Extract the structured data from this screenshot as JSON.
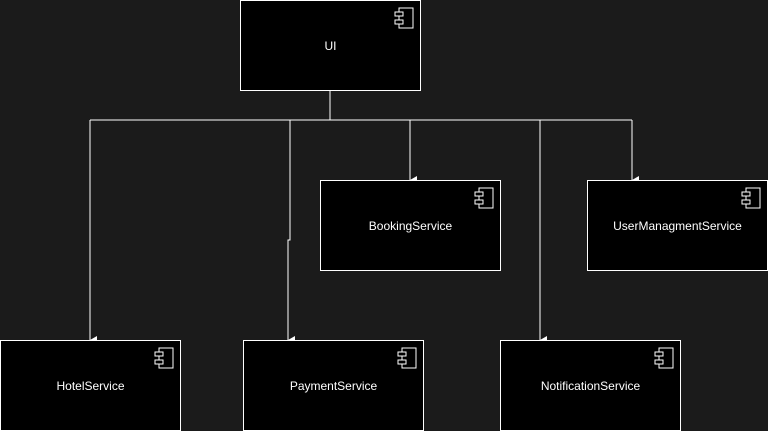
{
  "diagram": {
    "background": "#1b1b1b",
    "node_fill": "#000000",
    "stroke_color": "#ffffff",
    "text_color": "#ffffff",
    "nodes": {
      "ui": {
        "label": "UI",
        "icon": "component-icon"
      },
      "booking": {
        "label": "BookingService",
        "icon": "component-icon"
      },
      "user_management": {
        "label": "UserManagmentService",
        "icon": "component-icon"
      },
      "hotel": {
        "label": "HotelService",
        "icon": "component-icon"
      },
      "payment": {
        "label": "PaymentService",
        "icon": "component-icon"
      },
      "notification": {
        "label": "NotificationService",
        "icon": "component-icon"
      }
    },
    "edges": [
      {
        "from": "UI",
        "to": "HotelService"
      },
      {
        "from": "UI",
        "to": "PaymentService"
      },
      {
        "from": "UI",
        "to": "BookingService"
      },
      {
        "from": "UI",
        "to": "NotificationService"
      },
      {
        "from": "UI",
        "to": "UserManagmentService"
      }
    ]
  }
}
